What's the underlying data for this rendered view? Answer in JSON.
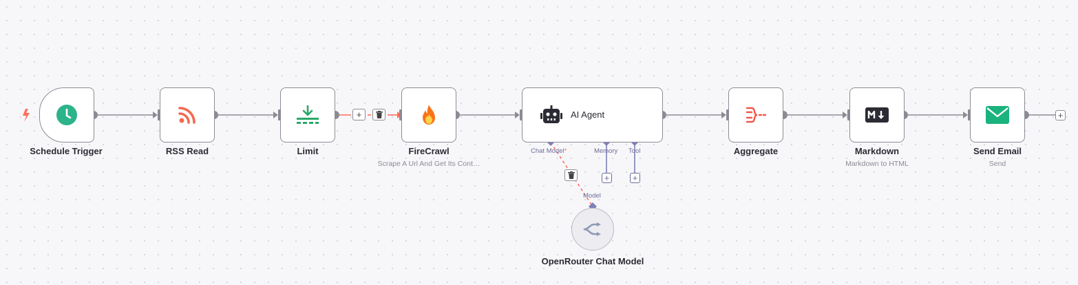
{
  "nodes": {
    "schedule": {
      "label": "Schedule Trigger",
      "icon": "clock-icon"
    },
    "rss": {
      "label": "RSS Read",
      "icon": "rss-icon"
    },
    "limit": {
      "label": "Limit",
      "icon": "limit-download-icon"
    },
    "firecrawl": {
      "label": "FireCrawl",
      "sublabel": "Scrape A Url And Get Its Cont…",
      "icon": "fire-icon"
    },
    "agent": {
      "label": "AI Agent",
      "icon": "robot-icon"
    },
    "aggregate": {
      "label": "Aggregate",
      "icon": "aggregate-icon"
    },
    "markdown": {
      "label": "Markdown",
      "sublabel": "Markdown to HTML",
      "icon": "markdown-icon"
    },
    "email": {
      "label": "Send Email",
      "sublabel": "Send",
      "icon": "envelope-icon"
    },
    "openrouter": {
      "label": "OpenRouter Chat Model",
      "icon": "openrouter-icon"
    }
  },
  "agent_handles": {
    "chat_model": "Chat Model",
    "chat_model_required": "*",
    "memory": "Memory",
    "tool": "Tool"
  },
  "model_handle_label": "Model",
  "buttons": {
    "add": "+",
    "delete": "trash-icon"
  },
  "colors": {
    "trigger_accent": "#ff6d5a",
    "clock_green": "#2db38a",
    "rss_orange": "#f26b52",
    "limit_green": "#2aa868",
    "aggregate_red": "#f0574b",
    "email_green": "#1ab37e",
    "handle_purple": "#7e80b5",
    "wire_grey": "#8b8b95",
    "wire_red": "#ff6d5a"
  }
}
